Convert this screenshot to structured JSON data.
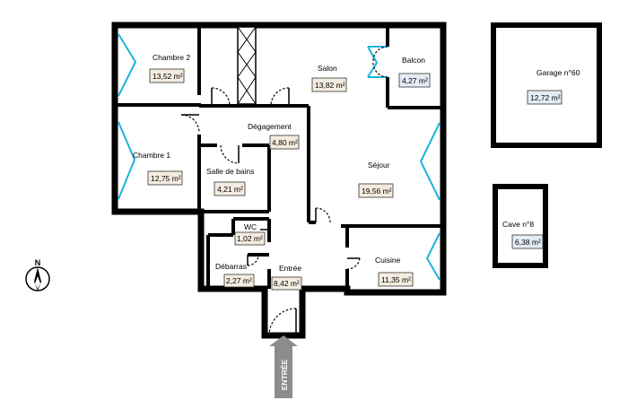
{
  "colors": {
    "wall": "#000000",
    "window": "#19b4e0",
    "area_box_fill": "#f4ecdf",
    "area_box_annex_fill": "#e4edf6",
    "entry_arrow": "#8c8c8c"
  },
  "rooms": {
    "chambre2": {
      "name": "Chambre 2",
      "area": "13,52 m²"
    },
    "salon": {
      "name": "Salon",
      "area": "13,82 m²"
    },
    "balcon": {
      "name": "Balcon",
      "area": "4,27 m²"
    },
    "degagement": {
      "name": "Dégagement",
      "area": "4,80 m²"
    },
    "chambre1": {
      "name": "Chambre 1",
      "area": "12,75 m²"
    },
    "sdb": {
      "name": "Salle de bains",
      "area": "4,21 m²"
    },
    "sejour": {
      "name": "Séjour",
      "area": "19,56 m²"
    },
    "wc": {
      "name": "WC",
      "area": "1,02 m²"
    },
    "debarras": {
      "name": "Débarras",
      "area": "2,27 m²"
    },
    "entree": {
      "name": "Entrée",
      "area": "8,42 m²"
    },
    "cuisine": {
      "name": "Cuisine",
      "area": "11,35 m²"
    },
    "garage": {
      "name": "Garage n°60",
      "area": "12,72 m²"
    },
    "cave": {
      "name": "Cave n°8",
      "area": "6,38 m²"
    }
  },
  "entry_arrow": {
    "label": "ENTRÉE"
  },
  "compass": {
    "label": "N",
    "icon": "north-arrow-icon"
  }
}
